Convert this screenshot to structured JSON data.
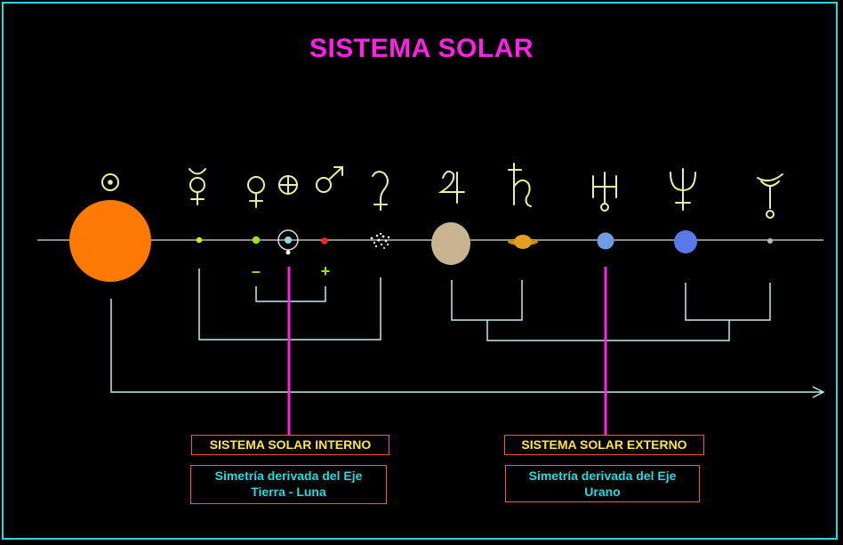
{
  "title": "SISTEMA SOLAR",
  "bodies": [
    {
      "id": "sun",
      "symbol": "☉",
      "color": "#ff7a00"
    },
    {
      "id": "mercury",
      "symbol": "☿",
      "color": "#e6e600"
    },
    {
      "id": "venus",
      "symbol": "♀",
      "color": "#9be21e"
    },
    {
      "id": "earth",
      "symbol": "⊕",
      "color": "#8fd9e8"
    },
    {
      "id": "mars",
      "symbol": "♂",
      "color": "#ff2a1a"
    },
    {
      "id": "asteroids",
      "symbol": "⚳",
      "color": "#ffffff"
    },
    {
      "id": "jupiter",
      "symbol": "♃",
      "color": "#c8b48f"
    },
    {
      "id": "saturn",
      "symbol": "♄",
      "color": "#e3a020"
    },
    {
      "id": "uranus",
      "symbol": "♅",
      "color": "#6f9be0"
    },
    {
      "id": "neptune",
      "symbol": "♆",
      "color": "#5a78e8"
    },
    {
      "id": "pluto",
      "symbol": "♇",
      "color": "#b8b8b8"
    }
  ],
  "markers": {
    "minus": "–",
    "plus": "+"
  },
  "inner": {
    "label": "SISTEMA SOLAR INTERNO",
    "desc_line1": "Simetría derivada del Eje",
    "desc_line2": "Tierra - Luna"
  },
  "outer": {
    "label": "SISTEMA SOLAR EXTERNO",
    "desc_line1": "Simetría derivada del Eje",
    "desc_line2": "Urano"
  },
  "colors": {
    "frame": "#2fd6e0",
    "title": "#ff22e6",
    "bracket": "#bfeaf2",
    "axis_line": "#8a8a8a",
    "symbol": "#e7f2a0",
    "pointer": "#ff22e6",
    "box_border": "#ff5a1a",
    "label_text": "#ffe83a",
    "desc_text": "#2fd6e0"
  }
}
